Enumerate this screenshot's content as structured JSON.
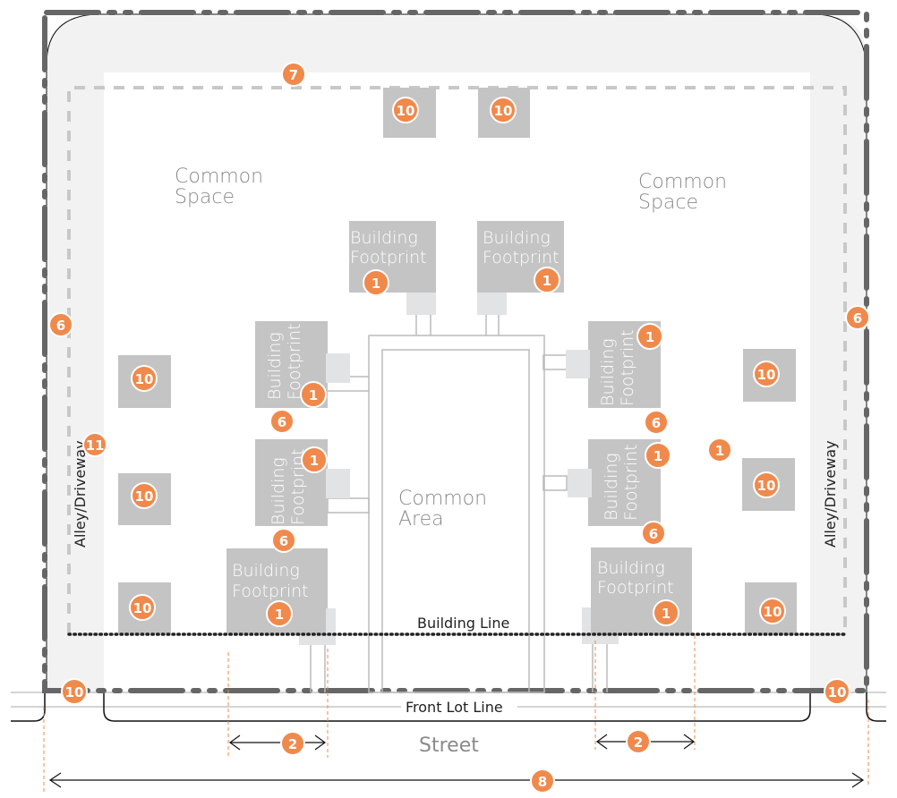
{
  "colors": {
    "badge": "#f0894c",
    "footprint": "#c4c4c4",
    "porch": "#e2e3e4",
    "setback_zone": "#f2f2f2",
    "lot_line": "#666666",
    "path_line": "#bbbbbb",
    "dimension_line": "#f0894c"
  },
  "labels": {
    "common_space": [
      "Common",
      "Space"
    ],
    "common_area": [
      "Common",
      "Area"
    ],
    "building_footprint": [
      "Building",
      "Footprint"
    ],
    "alley": "Alley/Driveway",
    "building_line": "Building Line",
    "front_lot_line": "Front Lot Line",
    "street": "Street"
  },
  "badges": {
    "footprint": "1",
    "frontage_width": "2",
    "separation": "6",
    "rear_setback": "7",
    "lot_width": "8",
    "parking": "10",
    "alley_access": "11"
  }
}
